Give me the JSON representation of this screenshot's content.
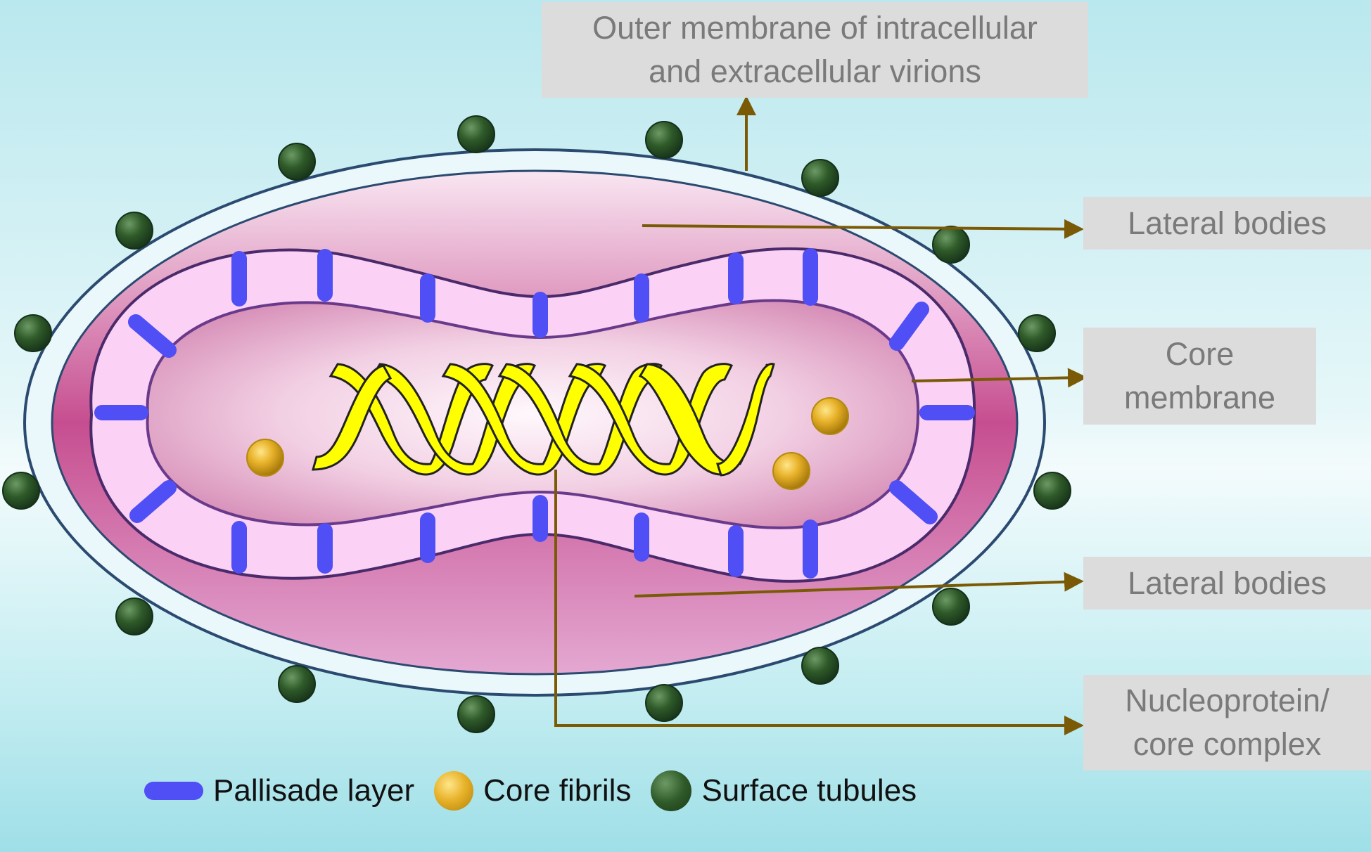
{
  "labels": {
    "outer_membrane": "Outer membrane of intracellular\nand extracellular virions",
    "lateral_bodies_top": "Lateral bodies",
    "core_membrane": "Core\nmembrane",
    "lateral_bodies_bottom": "Lateral bodies",
    "nucleoprotein": "Nucleoprotein/\ncore complex"
  },
  "legend": {
    "pallisade": "Pallisade layer",
    "core_fibrils": "Core fibrils",
    "surface_tubules": "Surface tubules"
  },
  "colors": {
    "background": "#c7edf1",
    "pointer": "#7a5a05",
    "outer_membrane_stroke": "#2b4a70",
    "lateral_body": "#c0508e",
    "pallisade_layer": "#fbd2f6",
    "pallisade_bar": "#4f4ff5",
    "core": "#f5dced",
    "dna": "#ffff00",
    "core_fibril": "#e0a820",
    "surface_tubule": "#2c5526",
    "label_box": "#dcdcdc",
    "label_text": "#7a7a7a"
  }
}
